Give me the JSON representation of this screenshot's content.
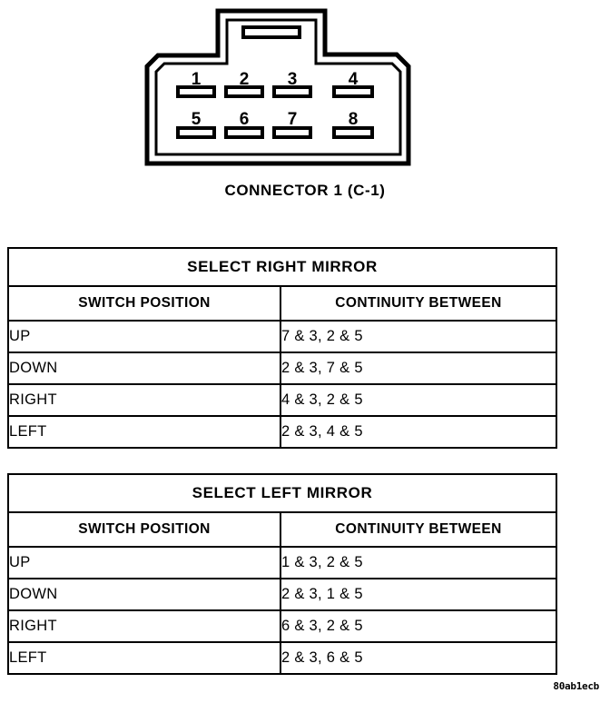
{
  "figure": {
    "caption": "CONNECTOR 1 (C-1)",
    "code": "80ab1ecb",
    "pins": [
      {
        "number": "1",
        "row": "top",
        "col": 0
      },
      {
        "number": "2",
        "row": "top",
        "col": 1
      },
      {
        "number": "3",
        "row": "top",
        "col": 2
      },
      {
        "number": "4",
        "row": "top",
        "col": 3
      },
      {
        "number": "5",
        "row": "bottom",
        "col": 0
      },
      {
        "number": "6",
        "row": "bottom",
        "col": 1
      },
      {
        "number": "7",
        "row": "bottom",
        "col": 2
      },
      {
        "number": "8",
        "row": "bottom",
        "col": 3
      }
    ]
  },
  "tables": [
    {
      "title": "SELECT RIGHT MIRROR",
      "headers": [
        "SWITCH POSITION",
        "CONTINUITY BETWEEN"
      ],
      "rows": [
        {
          "position": "UP",
          "continuity": "7 & 3, 2 & 5"
        },
        {
          "position": "DOWN",
          "continuity": "2 & 3, 7 & 5"
        },
        {
          "position": "RIGHT",
          "continuity": "4 & 3, 2 & 5"
        },
        {
          "position": "LEFT",
          "continuity": "2 & 3, 4 & 5"
        }
      ]
    },
    {
      "title": "SELECT LEFT MIRROR",
      "headers": [
        "SWITCH POSITION",
        "CONTINUITY BETWEEN"
      ],
      "rows": [
        {
          "position": "UP",
          "continuity": "1 & 3, 2 & 5"
        },
        {
          "position": "DOWN",
          "continuity": "2 & 3, 1 & 5"
        },
        {
          "position": "RIGHT",
          "continuity": "6 & 3, 2 & 5"
        },
        {
          "position": "LEFT",
          "continuity": "2 & 3, 6 & 5"
        }
      ]
    }
  ]
}
